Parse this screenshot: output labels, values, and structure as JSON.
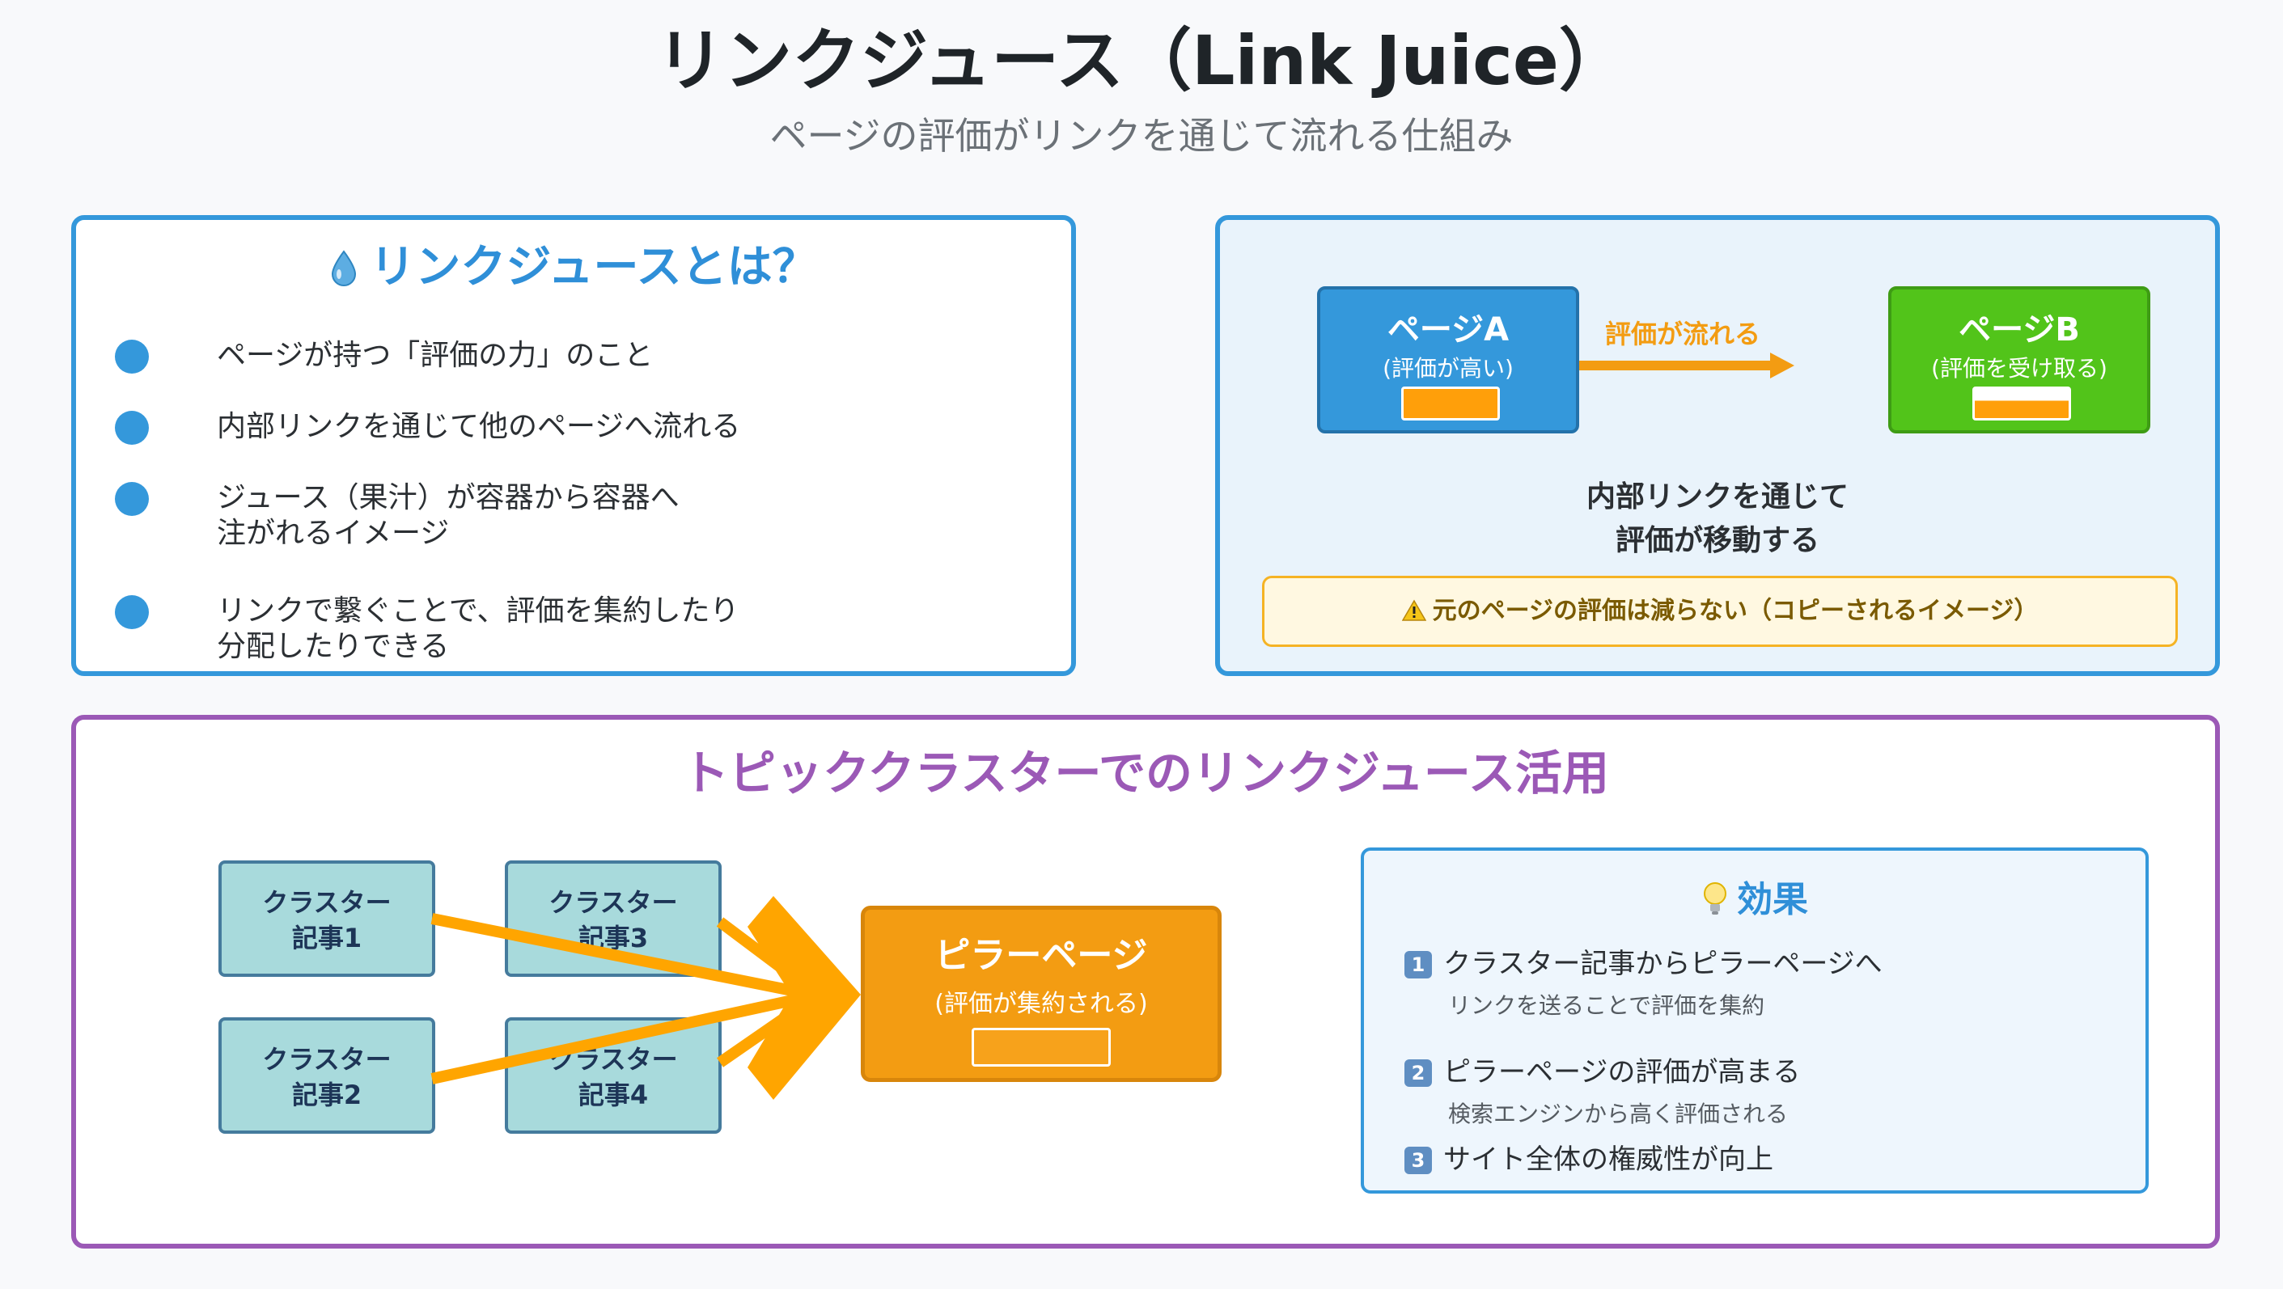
{
  "header": {
    "title": "リンクジュース（Link Juice）",
    "subtitle": "ページの評価がリンクを通じて流れる仕組み"
  },
  "what_panel": {
    "icon": "droplet-icon",
    "heading": "リンクジュースとは？",
    "bullets": [
      "ページが持つ「評価の力」のこと",
      "内部リンクを通じて他のページへ流れる",
      "ジュース（果汁）が容器から容器へ\n注がれるイメージ",
      "リンクで繋ぐことで、評価を集約したり\n分配したりできる"
    ]
  },
  "flow_panel": {
    "page_a": {
      "name": "ページA",
      "desc": "(評価が高い)"
    },
    "page_b": {
      "name": "ページB",
      "desc": "(評価を受け取る)"
    },
    "arrow_label": "評価が流れる",
    "caption": "内部リンクを通じて\n評価が移動する",
    "warning_icon": "warning-icon",
    "warning": "元のページの評価は減らない（コピーされるイメージ）"
  },
  "cluster_panel": {
    "title": "トピッククラスターでのリンクジュース活用",
    "clusters": [
      "クラスター\n記事1",
      "クラスター\n記事2",
      "クラスター\n記事3",
      "クラスター\n記事4"
    ],
    "pillar": {
      "name": "ピラーページ",
      "desc": "(評価が集約される)"
    },
    "effect": {
      "icon": "lightbulb-icon",
      "heading": "効果",
      "items": [
        {
          "num": "1",
          "main": "クラスター記事からピラーページへ",
          "sub": "リンクを送ることで評価を集約"
        },
        {
          "num": "2",
          "main": "ピラーページの評価が高まる",
          "sub": "検索エンジンから高く評価される"
        },
        {
          "num": "3",
          "main": "サイト全体の権威性が向上",
          "sub": ""
        }
      ]
    }
  },
  "colors": {
    "blue": "#3498db",
    "green": "#52c41a",
    "orange": "#f39c12",
    "purple": "#9b59b6",
    "teal": "#a8dadc"
  }
}
